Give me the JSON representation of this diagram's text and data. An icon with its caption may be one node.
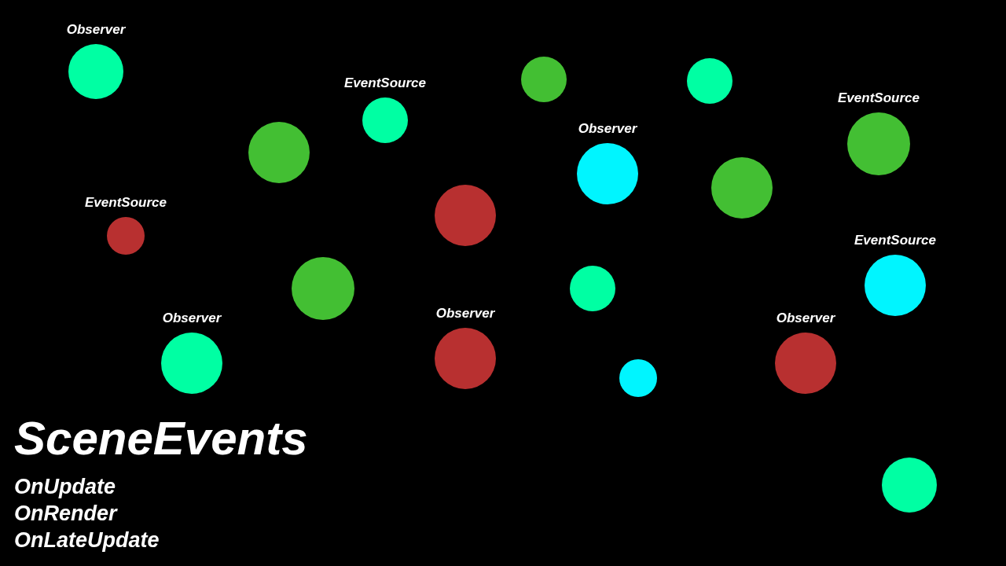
{
  "diagram": {
    "title": "SceneEvents",
    "nodes": [
      {
        "text": [
          "Observer"
        ]
      },
      {
        "text": [
          "EventSource"
        ]
      },
      {
        "text": [],
        "shape": "circle"
      },
      {
        "text": [],
        "shape": "circle"
      },
      {
        "text": [],
        "shape": "circle"
      },
      {
        "text": [
          "Observer"
        ]
      },
      {
        "text": [
          "EventSource"
        ]
      },
      {
        "text": [],
        "shape": "circle"
      },
      {
        "text": [],
        "shape": "circle"
      },
      {
        "text": [
          "EventSource"
        ]
      },
      {
        "text": [],
        "shape": "circle"
      },
      {
        "text": [],
        "shape": "circle"
      },
      {
        "text": [
          "EventSource"
        ]
      },
      {
        "text": [
          "Observer"
        ]
      },
      {
        "text": [
          "Observer"
        ]
      },
      {
        "text": [],
        "shape": "circle"
      },
      {
        "text": [
          "Observer"
        ]
      },
      {
        "text": [],
        "shape": "circle"
      }
    ],
    "labels": [
      "OnUpdate",
      "OnRender",
      "OnLateUpdate"
    ]
  }
}
